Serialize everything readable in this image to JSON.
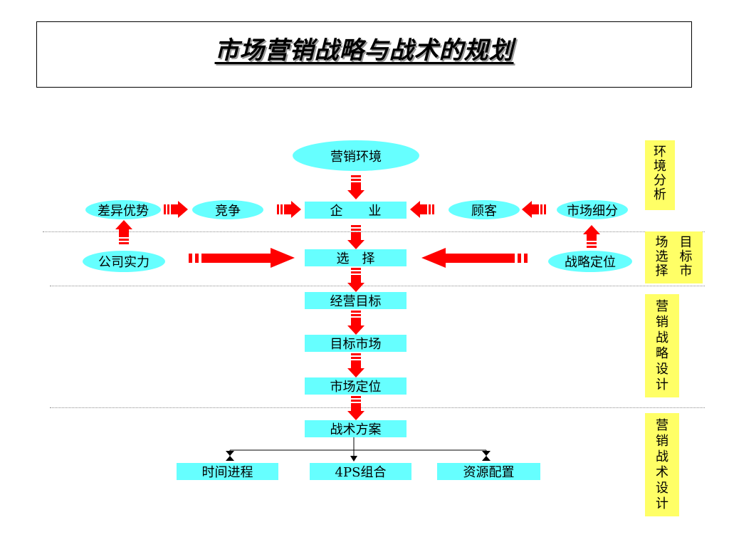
{
  "title": "市场营销战略与战术的规划",
  "nodes": {
    "marketing_env": "营销环境",
    "enterprise": "企　　业",
    "select": "选　择",
    "business_goal": "经营目标",
    "target_market": "目标市场",
    "market_position": "市场定位",
    "tactics_plan": "战术方案",
    "diff_advantage": "差异优势",
    "competition": "竞争",
    "customer": "顾客",
    "market_segment": "市场细分",
    "company_strength": "公司实力",
    "strategic_position": "战略定位",
    "time_progress": "时间进程",
    "four_ps": "4PS组合",
    "resource_alloc": "资源配置"
  },
  "side_labels": {
    "env_analysis": "环境分析",
    "target_market_col1": "场选择",
    "target_market_col2": "目标市",
    "strategy_design": "营销战略设计",
    "tactics_design": "营销战术设计"
  },
  "colors": {
    "node_fill": "#66ffff",
    "side_fill": "#ffff66",
    "arrow": "#ff0000"
  }
}
